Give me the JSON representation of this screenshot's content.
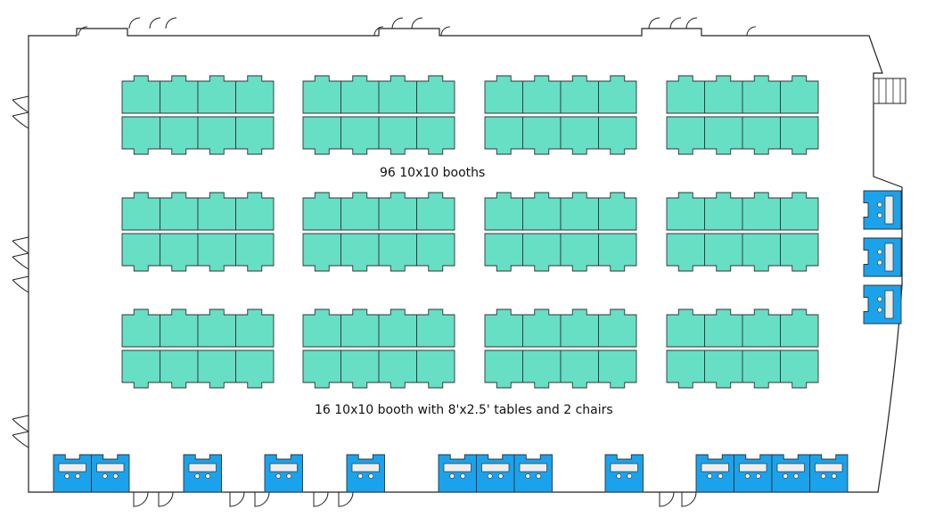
{
  "labels": {
    "booths_label": "96 10x10 booths",
    "tables_label": "16 10x10 booth with 8'x2.5' tables and 2 chairs"
  },
  "colors": {
    "booth_fill": "#66DFC5",
    "table_booth_fill": "#1AA3EC",
    "table_fill": "#EEEEEE",
    "outline": "#333333",
    "wall": "#222222",
    "background": "#FFFFFF"
  },
  "counts": {
    "booths": 96,
    "table_booths": 16
  }
}
